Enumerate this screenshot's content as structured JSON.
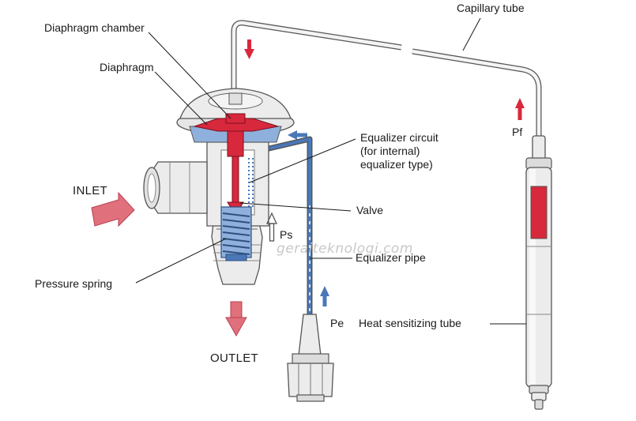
{
  "labels": {
    "diaphragm_chamber": "Diaphragm chamber",
    "diaphragm": "Diaphragm",
    "capillary_tube": "Capillary tube",
    "equalizer_circuit_1": "Equalizer circuit",
    "equalizer_circuit_2": "(for internal)",
    "equalizer_circuit_3": "equalizer type)",
    "inlet": "INLET",
    "valve": "Valve",
    "ps": "Ps",
    "equalizer_pipe": "Equalizer pipe",
    "pressure_spring": "Pressure spring",
    "pe": "Pe",
    "heat_sensitizing_tube": "Heat sensitizing tube",
    "outlet": "OUTLET",
    "pf": "Pf"
  },
  "watermark": "geraiteknologi.com",
  "colors": {
    "red": "#d8283c",
    "pink_arrow": "#e0707c",
    "blue": "#4a78b8",
    "blue_light": "#8fb0dc",
    "metal": "#ececec",
    "line": "#1a1a1a"
  }
}
